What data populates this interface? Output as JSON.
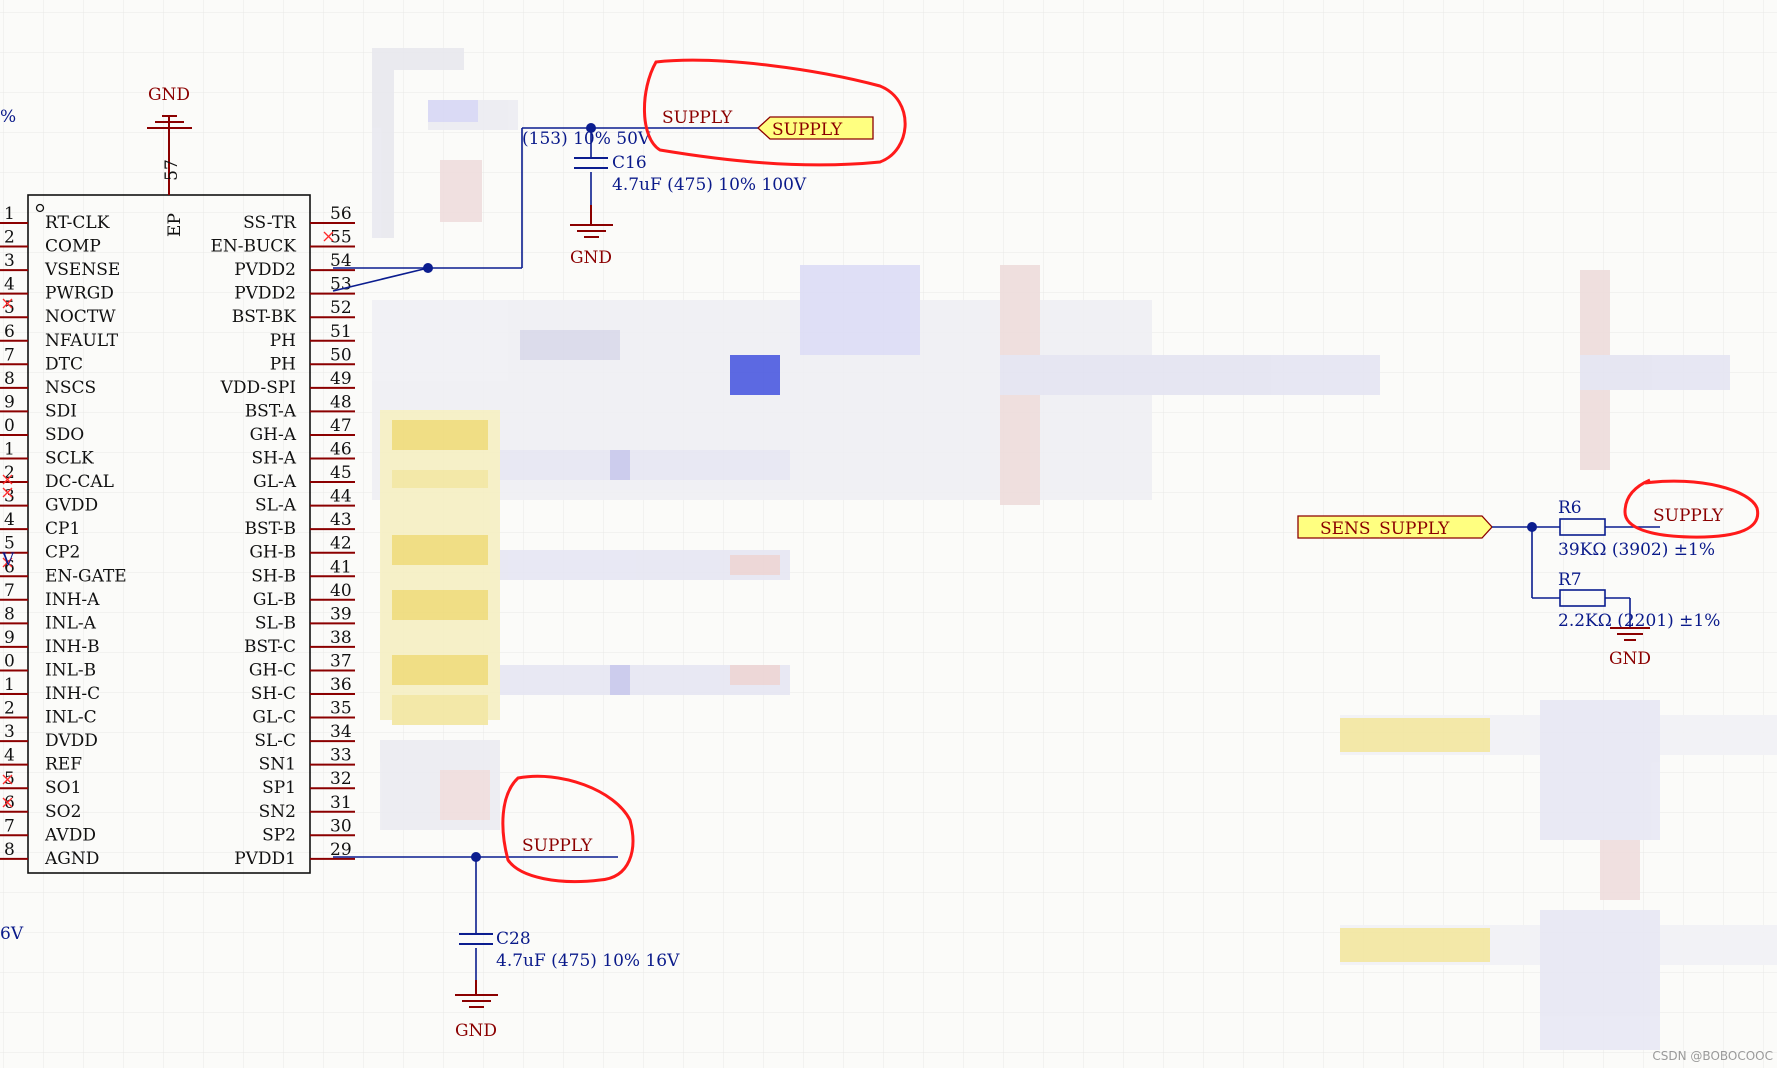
{
  "ic": {
    "top_pin_number": "57",
    "ep_label": "EP",
    "left_pin_numbers": [
      "1",
      "2",
      "3",
      "4",
      "5",
      "6",
      "7",
      "8",
      "9",
      "0",
      "1",
      "2",
      "3",
      "4",
      "5",
      "6",
      "7",
      "8",
      "9",
      "0",
      "1",
      "2",
      "3",
      "4",
      "5",
      "6",
      "7",
      "8"
    ],
    "left_pin_names": [
      "RT-CLK",
      "COMP",
      "VSENSE",
      "PWRGD",
      "NOCTW",
      "NFAULT",
      "DTC",
      "NSCS",
      "SDI",
      "SDO",
      "SCLK",
      "DC-CAL",
      "GVDD",
      "CP1",
      "CP2",
      "EN-GATE",
      "INH-A",
      "INL-A",
      "INH-B",
      "INL-B",
      "INH-C",
      "INL-C",
      "DVDD",
      "REF",
      "SO1",
      "SO2",
      "AVDD",
      "AGND"
    ],
    "right_pin_numbers": [
      "56",
      "55",
      "54",
      "53",
      "52",
      "51",
      "50",
      "49",
      "48",
      "47",
      "46",
      "45",
      "44",
      "43",
      "42",
      "41",
      "40",
      "39",
      "38",
      "37",
      "36",
      "35",
      "34",
      "33",
      "32",
      "31",
      "30",
      "29"
    ],
    "right_pin_names": [
      "SS-TR",
      "EN-BUCK",
      "PVDD2",
      "PVDD2",
      "BST-BK",
      "PH",
      "PH",
      "VDD-SPI",
      "BST-A",
      "GH-A",
      "SH-A",
      "GL-A",
      "SL-A",
      "BST-B",
      "GH-B",
      "SH-B",
      "GL-B",
      "SL-B",
      "BST-C",
      "GH-C",
      "SH-C",
      "GL-C",
      "SL-C",
      "SN1",
      "SP1",
      "SN2",
      "SP2",
      "PVDD1"
    ]
  },
  "edge_labels": {
    "pct": "%",
    "volt_1": "V",
    "volt_2": "6V"
  },
  "gnd": {
    "top": "GND",
    "c16": "GND",
    "c28": "GND",
    "r7": "GND"
  },
  "c16": {
    "ref": "C16",
    "value": "4.7uF (475) 10% 100V",
    "prev_value": "(153) 10% 50V"
  },
  "c28": {
    "ref": "C28",
    "value": "4.7uF (475) 10% 16V"
  },
  "supply_labels": {
    "top_net": "SUPPLY",
    "top_port": "SUPPLY",
    "bottom_net": "SUPPLY",
    "right_net": "SUPPLY"
  },
  "divider": {
    "port": "SENS_SUPPLY",
    "r6_ref": "R6",
    "r6_value": "39KΩ (3902) ±1%",
    "r7_ref": "R7",
    "r7_value": "2.2KΩ (2201) ±1%"
  },
  "watermark": "CSDN @BOBOCOOC",
  "colors": {
    "wire": "#0b1d8f",
    "pin": "#8b0000",
    "annotation": "#ff1a1a",
    "port_fill": "#ffff80",
    "grid": "#e7e7e7"
  }
}
